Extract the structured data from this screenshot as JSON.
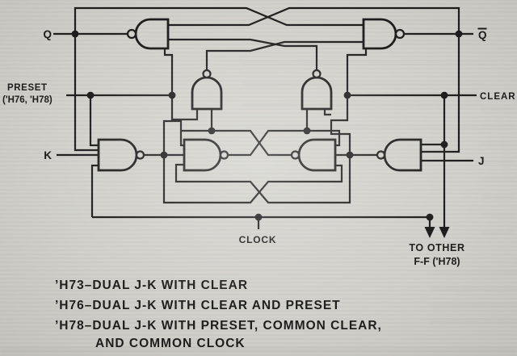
{
  "colors": {
    "paper": "#d2d1cb",
    "ink": "#1d1d1d"
  },
  "diagram": {
    "type": "logic-schematic",
    "subject": "master-slave J-K flip-flop built from NAND gates",
    "labels": {
      "q": "Q",
      "q_bar": "Q",
      "preset_line1": "PRESET",
      "preset_line2": "('H76, 'H78)",
      "k": "K",
      "j": "J",
      "clear": "CLEAR",
      "clock": "CLOCK",
      "to_other_line1": "TO OTHER",
      "to_other_line2": "F-F ('H78)"
    },
    "components": [
      "nand-gate-q-output",
      "nand-gate-qbar-output",
      "nand-transfer-gate-left",
      "nand-transfer-gate-right",
      "nand-k-input-gate",
      "nand-master-left",
      "nand-master-right",
      "nand-j-input-gate"
    ]
  },
  "caption": {
    "lines": [
      "’H73–DUAL J-K WITH CLEAR",
      "’H76–DUAL J-K WITH CLEAR AND PRESET",
      "’H78–DUAL J-K WITH PRESET, COMMON CLEAR,",
      "AND COMMON CLOCK"
    ]
  }
}
